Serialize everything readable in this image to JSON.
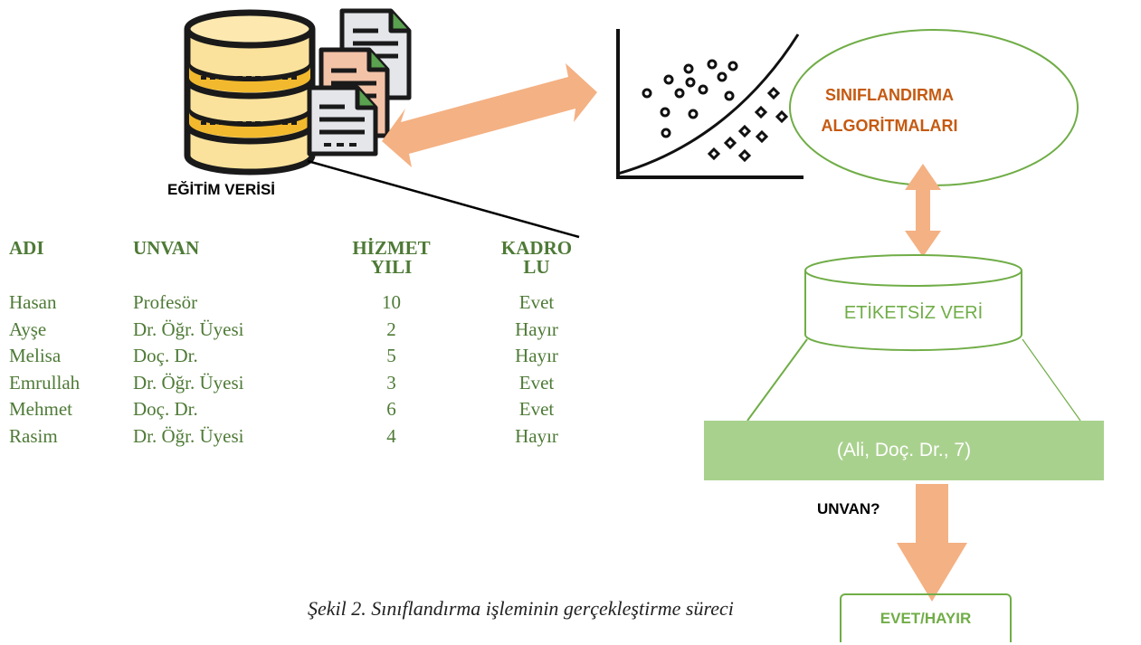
{
  "training": {
    "label": "EĞİTİM VERİSİ"
  },
  "table": {
    "headers": {
      "adi": "ADI",
      "unvan": "UNVAN",
      "hizmet_line1": "HİZMET",
      "hizmet_line2": "YILI",
      "kadro_line1": "KADRO",
      "kadro_line2": "LU"
    },
    "rows": [
      {
        "adi": "Hasan",
        "unvan": "Profesör",
        "hizmet": "10",
        "kadro": "Evet"
      },
      {
        "adi": "Ayşe",
        "unvan": "Dr. Öğr. Üyesi",
        "hizmet": "2",
        "kadro": "Hayır"
      },
      {
        "adi": "Melisa",
        "unvan": "Doç. Dr.",
        "hizmet": "5",
        "kadro": "Hayır"
      },
      {
        "adi": "Emrullah",
        "unvan": "Dr. Öğr. Üyesi",
        "hizmet": "3",
        "kadro": "Evet"
      },
      {
        "adi": "Mehmet",
        "unvan": "Doç. Dr.",
        "hizmet": "6",
        "kadro": "Evet"
      },
      {
        "adi": "Rasim",
        "unvan": "Dr. Öğr. Üyesi",
        "hizmet": "4",
        "kadro": "Hayır"
      }
    ]
  },
  "algorithms": {
    "line1": "SINIFLANDIRMA",
    "line2": "ALGORİTMALARI"
  },
  "unlabeled": {
    "label": "ETİKETSİZ VERİ"
  },
  "sample": {
    "text": "(Ali, Doç. Dr., 7)"
  },
  "question": {
    "label": "UNVAN?"
  },
  "result": {
    "label": "EVET/HAYIR"
  },
  "caption": {
    "text": "Şekil 2. Sınıflandırma işleminin gerçekleştirme süreci"
  },
  "icons": [
    "database-icon",
    "documents-icon",
    "scatter-plot-icon"
  ],
  "colors": {
    "green": "#70ad47",
    "green_text": "#4e7a36",
    "light_green": "#a9d18e",
    "orange_text": "#c55a11",
    "arrow": "#f4b183",
    "db_yellow": "#fbe29c"
  }
}
